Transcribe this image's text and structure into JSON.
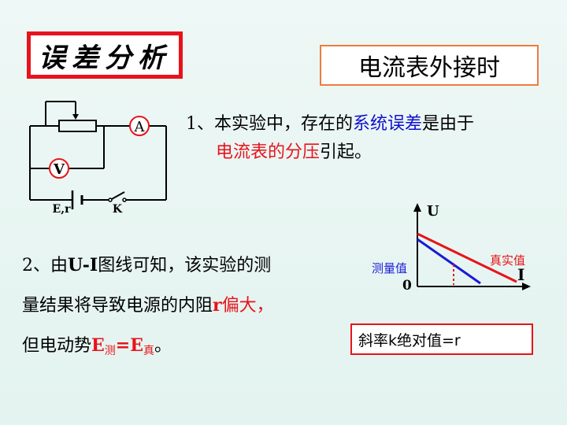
{
  "title": "误差分析",
  "mode_label": "电流表外接时",
  "circuit": {
    "ammeter": "A",
    "voltmeter": "V",
    "battery_label": "E,r",
    "switch_label": "K"
  },
  "point1": {
    "prefix": "1、本实验中，存在的",
    "highlight1": "系统误差",
    "middle": "是由于",
    "highlight2": "电流表的分压",
    "suffix": "引起。"
  },
  "point2": {
    "prefix": "2、由",
    "ui": "U-I",
    "line1_rest": "图线可知，该实验的测",
    "line2": "量结果将导致电源的内阻",
    "r": "r",
    "bias": "偏大，",
    "line3": "但电动势",
    "e1": "E",
    "sub1": "测",
    "eq": "=E",
    "sub2": "真",
    "end": "。"
  },
  "graph": {
    "y_label": "U",
    "x_label": "I",
    "origin": "0",
    "measured_label": "测量值",
    "true_label": "真实值",
    "measured_color": "#1a1ad8",
    "true_color": "#e8131b"
  },
  "slope_note": "斜率k绝对值=r"
}
